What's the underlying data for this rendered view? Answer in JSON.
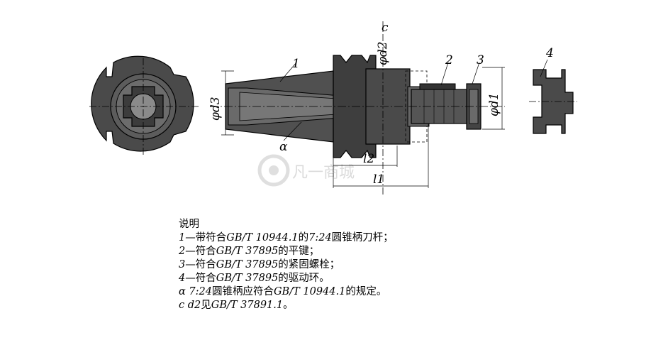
{
  "labels": {
    "item1": "1",
    "item2": "2",
    "item3": "3",
    "item4": "4",
    "alpha": "α",
    "d1": "φd1",
    "d2": "φd2",
    "d3": "φd3",
    "c": "c",
    "l1": "l1",
    "l2": "l2"
  },
  "watermark": "凡一商城",
  "notes": {
    "title": "说明",
    "line1": {
      "prefix": "1—",
      "text": "带符合",
      "std": "GB/T 10944.1",
      "mid": "的",
      "ratio": "7:24",
      "rest": "圆锥柄刀杆；"
    },
    "line2": {
      "prefix": "2—",
      "text": "符合",
      "std": "GB/T 37895",
      "rest": "的平键；"
    },
    "line3": {
      "prefix": "3—",
      "text": "符合",
      "std": "GB/T 37895",
      "rest": "的紧固螺栓；"
    },
    "line4": {
      "prefix": "4—",
      "text": "符合",
      "std": "GB/T 37895",
      "rest": "的驱动环。"
    },
    "line5": {
      "prefix": "α ",
      "ratio": "7:24",
      "text": "圆锥柄应符合",
      "std": "GB/T 10944.1",
      "rest": "的规定。"
    },
    "line6": {
      "prefix": "c ",
      "sym": "d2",
      "text": "见",
      "std": "GB/T 37891.1",
      "rest": "。"
    }
  }
}
